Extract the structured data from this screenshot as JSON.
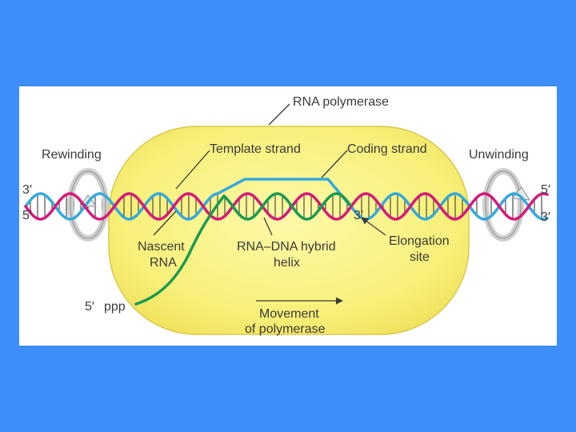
{
  "labels": {
    "rna_polymerase": "RNA polymerase",
    "rewinding": "Rewinding",
    "unwinding": "Unwinding",
    "template_strand": "Template strand",
    "coding_strand": "Coding strand",
    "nascent_rna_1": "Nascent",
    "nascent_rna_2": "RNA",
    "hybrid_1": "RNA–DNA hybrid",
    "hybrid_2": "helix",
    "elongation_1": "Elongation",
    "elongation_2": "site",
    "movement_1": "Movement",
    "movement_2": "of polymerase"
  },
  "ends": {
    "left_top": "3′",
    "left_bottom": "5′",
    "right_top": "5′",
    "right_bottom": "3′",
    "rna_3prime": "3′",
    "rna_5prime": "5′",
    "triphosphate": "ppp"
  },
  "colors": {
    "slide_background": "#3d8ef8",
    "polymerase_fill": "#f7f07a",
    "template_strand": "#d6197a",
    "coding_strand": "#33aadd",
    "rna_strand": "#1a9a52",
    "triphosphate_text": "#d6197a",
    "label_text": "#3a3a3a"
  }
}
